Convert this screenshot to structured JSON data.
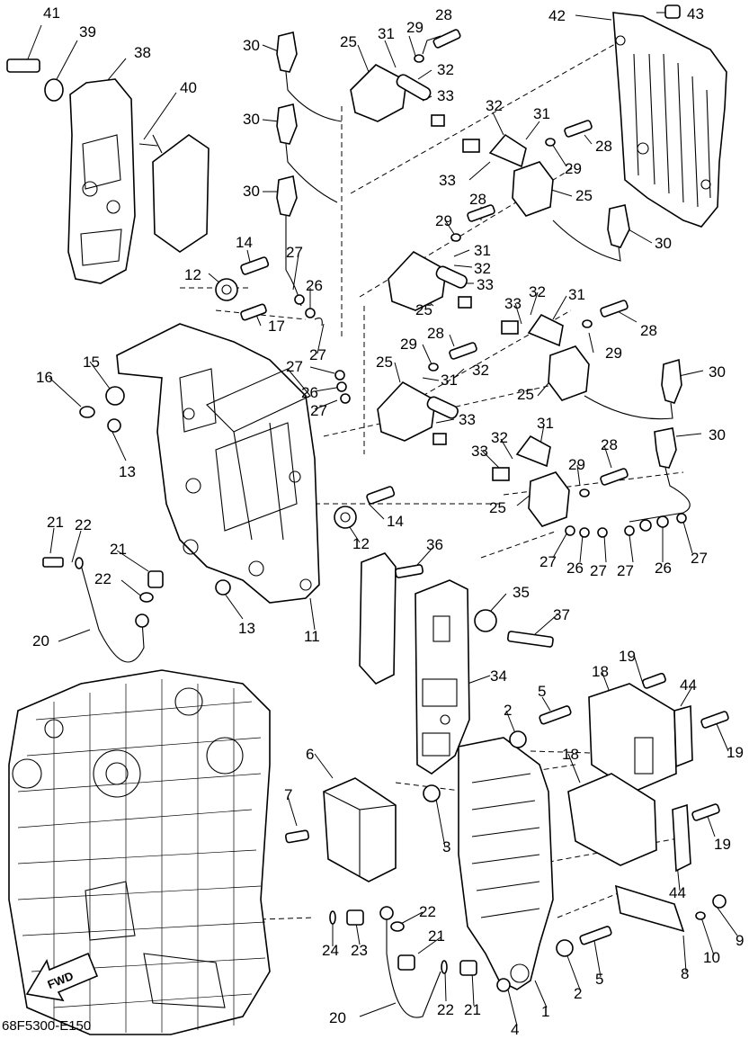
{
  "diagram": {
    "code": "68F5300-E150",
    "direction_label": "FWD",
    "callouts": [
      {
        "id": "c1",
        "label": "41"
      },
      {
        "id": "c2",
        "label": "39"
      },
      {
        "id": "c3",
        "label": "38"
      },
      {
        "id": "c4",
        "label": "40"
      },
      {
        "id": "c5",
        "label": "30"
      },
      {
        "id": "c6",
        "label": "25"
      },
      {
        "id": "c7",
        "label": "31"
      },
      {
        "id": "c8",
        "label": "29"
      },
      {
        "id": "c9",
        "label": "28"
      },
      {
        "id": "c10",
        "label": "32"
      },
      {
        "id": "c11",
        "label": "33"
      },
      {
        "id": "c12",
        "label": "42"
      },
      {
        "id": "c13",
        "label": "43"
      },
      {
        "id": "c14",
        "label": "30"
      },
      {
        "id": "c15",
        "label": "32"
      },
      {
        "id": "c16",
        "label": "31"
      },
      {
        "id": "c17",
        "label": "28"
      },
      {
        "id": "c18",
        "label": "33"
      },
      {
        "id": "c19",
        "label": "29"
      },
      {
        "id": "c20",
        "label": "25"
      },
      {
        "id": "c21",
        "label": "30"
      },
      {
        "id": "c22",
        "label": "28"
      },
      {
        "id": "c23",
        "label": "29"
      },
      {
        "id": "c24",
        "label": "31"
      },
      {
        "id": "c25",
        "label": "32"
      },
      {
        "id": "c26",
        "label": "33"
      },
      {
        "id": "c27",
        "label": "30"
      },
      {
        "id": "c28",
        "label": "14"
      },
      {
        "id": "c29",
        "label": "27"
      },
      {
        "id": "c30",
        "label": "12"
      },
      {
        "id": "c31",
        "label": "26"
      },
      {
        "id": "c32",
        "label": "25"
      },
      {
        "id": "c33",
        "label": "17"
      },
      {
        "id": "c34",
        "label": "31"
      },
      {
        "id": "c35",
        "label": "32"
      },
      {
        "id": "c36",
        "label": "33"
      },
      {
        "id": "c37",
        "label": "28"
      },
      {
        "id": "c38",
        "label": "29"
      },
      {
        "id": "c39",
        "label": "27"
      },
      {
        "id": "c40",
        "label": "15"
      },
      {
        "id": "c41",
        "label": "16"
      },
      {
        "id": "c42",
        "label": "27"
      },
      {
        "id": "c43",
        "label": "26"
      },
      {
        "id": "c44",
        "label": "25"
      },
      {
        "id": "c45",
        "label": "29"
      },
      {
        "id": "c46",
        "label": "28"
      },
      {
        "id": "c47",
        "label": "31"
      },
      {
        "id": "c48",
        "label": "32"
      },
      {
        "id": "c49",
        "label": "25"
      },
      {
        "id": "c50",
        "label": "30"
      },
      {
        "id": "c51",
        "label": "27"
      },
      {
        "id": "c52",
        "label": "33"
      },
      {
        "id": "c53",
        "label": "13"
      },
      {
        "id": "c54",
        "label": "30"
      },
      {
        "id": "c55",
        "label": "32"
      },
      {
        "id": "c56",
        "label": "31"
      },
      {
        "id": "c57",
        "label": "28"
      },
      {
        "id": "c58",
        "label": "33"
      },
      {
        "id": "c59",
        "label": "29"
      },
      {
        "id": "c60",
        "label": "25"
      },
      {
        "id": "c61",
        "label": "14"
      },
      {
        "id": "c62",
        "label": "12"
      },
      {
        "id": "c63",
        "label": "21"
      },
      {
        "id": "c64",
        "label": "22"
      },
      {
        "id": "c65",
        "label": "21"
      },
      {
        "id": "c66",
        "label": "27"
      },
      {
        "id": "c67",
        "label": "26"
      },
      {
        "id": "c68",
        "label": "27"
      },
      {
        "id": "c69",
        "label": "27"
      },
      {
        "id": "c70",
        "label": "26"
      },
      {
        "id": "c71",
        "label": "27"
      },
      {
        "id": "c72",
        "label": "36"
      },
      {
        "id": "c73",
        "label": "22"
      },
      {
        "id": "c74",
        "label": "13"
      },
      {
        "id": "c75",
        "label": "35"
      },
      {
        "id": "c76",
        "label": "37"
      },
      {
        "id": "c77",
        "label": "20"
      },
      {
        "id": "c78",
        "label": "11"
      },
      {
        "id": "c79",
        "label": "34"
      },
      {
        "id": "c80",
        "label": "19"
      },
      {
        "id": "c81",
        "label": "18"
      },
      {
        "id": "c82",
        "label": "44"
      },
      {
        "id": "c83",
        "label": "2"
      },
      {
        "id": "c84",
        "label": "5"
      },
      {
        "id": "c85",
        "label": "19"
      },
      {
        "id": "c86",
        "label": "6"
      },
      {
        "id": "c87",
        "label": "18"
      },
      {
        "id": "c88",
        "label": "7"
      },
      {
        "id": "c89",
        "label": "3"
      },
      {
        "id": "c90",
        "label": "19"
      },
      {
        "id": "c91",
        "label": "44"
      },
      {
        "id": "c92",
        "label": "9"
      },
      {
        "id": "c93",
        "label": "22"
      },
      {
        "id": "c94",
        "label": "21"
      },
      {
        "id": "c95",
        "label": "24"
      },
      {
        "id": "c96",
        "label": "23"
      },
      {
        "id": "c97",
        "label": "10"
      },
      {
        "id": "c98",
        "label": "8"
      },
      {
        "id": "c99",
        "label": "2"
      },
      {
        "id": "c100",
        "label": "5"
      },
      {
        "id": "c101",
        "label": "22"
      },
      {
        "id": "c102",
        "label": "21"
      },
      {
        "id": "c103",
        "label": "1"
      },
      {
        "id": "c104",
        "label": "20"
      },
      {
        "id": "c105",
        "label": "4"
      }
    ]
  }
}
